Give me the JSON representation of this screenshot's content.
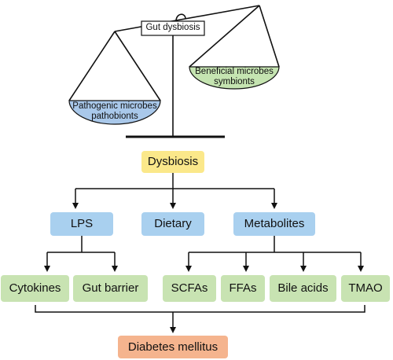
{
  "scale": {
    "title": "Gut dysbiosis",
    "left_pan": "Pathogenic microbes\npathobionts",
    "right_pan": "Beneficial microbes\nsymbionts",
    "colors": {
      "left_pan": "#a9c8ea",
      "right_pan": "#c5e4b1"
    }
  },
  "nodes": {
    "dysbiosis": "Dysbiosis",
    "lps": "LPS",
    "dietary": "Dietary",
    "metabolites": "Metabolites",
    "cytokines": "Cytokines",
    "gut_barrier": "Gut barrier",
    "scfas": "SCFAs",
    "ffas": "FFAs",
    "bile_acids": "Bile acids",
    "tmao": "TMAO",
    "diabetes": "Diabetes mellitus"
  },
  "colors": {
    "yellow": "#fbe88a",
    "blue": "#a9d0ef",
    "green": "#c8e3b2",
    "orange": "#f5b48e"
  }
}
